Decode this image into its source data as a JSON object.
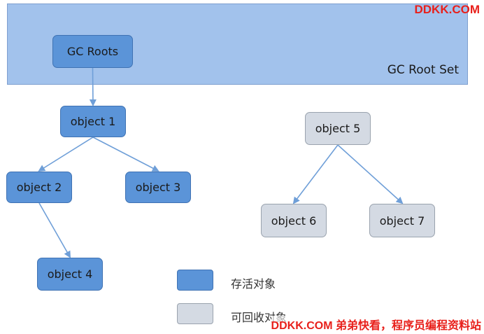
{
  "root_set": {
    "label": "GC Root Set"
  },
  "nodes": {
    "gc_roots": "GC Roots",
    "object1": "object 1",
    "object2": "object 2",
    "object3": "object 3",
    "object4": "object 4",
    "object5": "object 5",
    "object6": "object 6",
    "object7": "object 7"
  },
  "edges": [
    [
      "gc_roots",
      "object1"
    ],
    [
      "object1",
      "object2"
    ],
    [
      "object1",
      "object3"
    ],
    [
      "object2",
      "object4"
    ],
    [
      "object5",
      "object6"
    ],
    [
      "object5",
      "object7"
    ]
  ],
  "legend": {
    "live_label": "存活对象",
    "collectable_label": "可回收对象"
  },
  "colors": {
    "live": "#5b94d8",
    "collectable": "#d4dae3",
    "root_set": "#a2c2ec",
    "edge": "#6f9fd8",
    "watermark": "#e8201b"
  },
  "watermarks": {
    "top": "DDKK.COM",
    "bottom": "DDKK.COM 弟弟快看，程序员编程资料站"
  }
}
